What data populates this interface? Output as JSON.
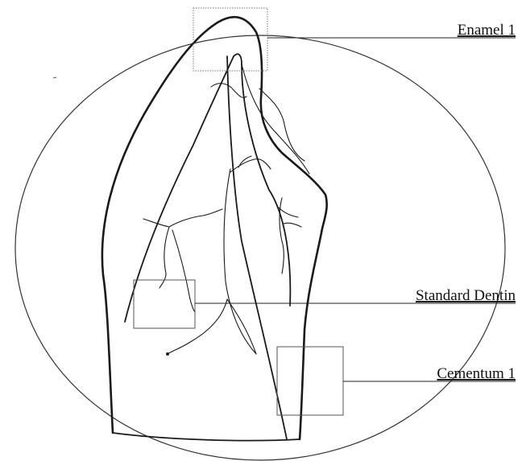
{
  "labels": {
    "enamel": "Enamel 1",
    "dentin": "Standard Dentin",
    "cementum": "Cementum 1"
  }
}
